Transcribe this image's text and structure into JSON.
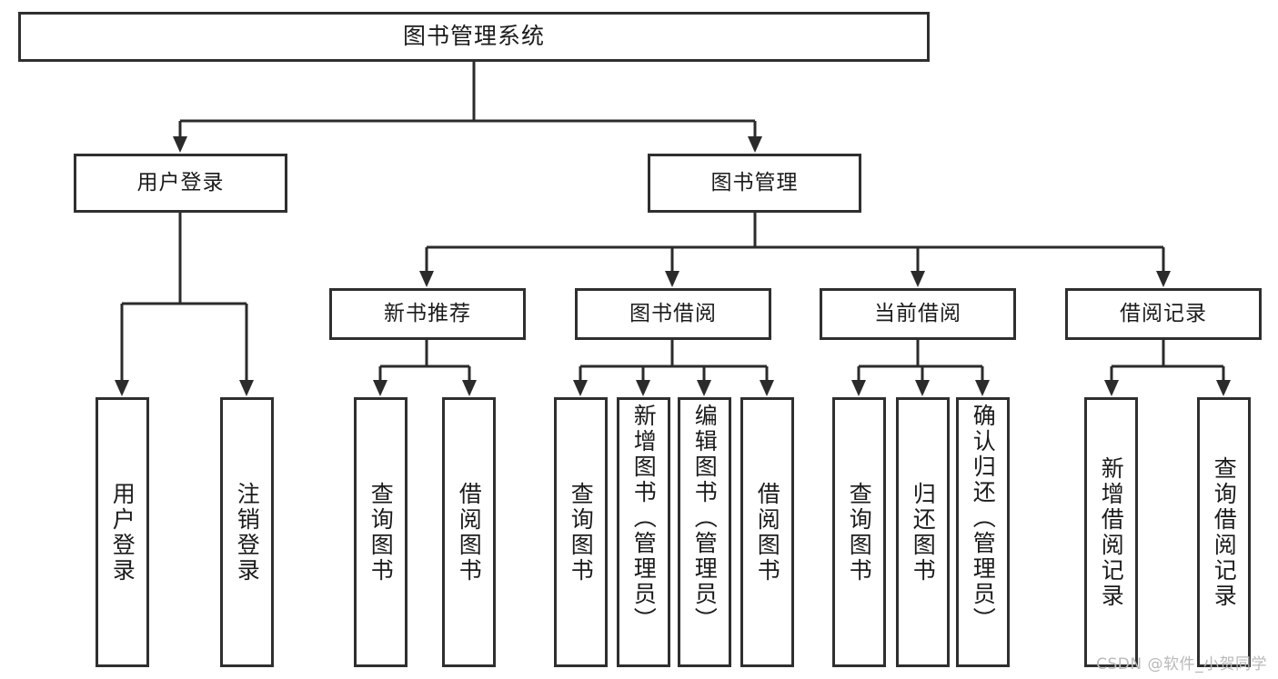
{
  "diagram": {
    "type": "tree",
    "title": "图书管理系统",
    "root": {
      "id": "root",
      "label": "图书管理系统"
    },
    "level2": [
      {
        "id": "user-login",
        "label": "用户登录"
      },
      {
        "id": "book-manage",
        "label": "图书管理"
      }
    ],
    "level3": [
      {
        "id": "new-book-rec",
        "label": "新书推荐"
      },
      {
        "id": "book-borrow",
        "label": "图书借阅"
      },
      {
        "id": "current-borrow",
        "label": "当前借阅"
      },
      {
        "id": "borrow-record",
        "label": "借阅记录"
      }
    ],
    "leaves": {
      "user_login": [
        {
          "id": "leaf-user-login",
          "label": "用户登录"
        },
        {
          "id": "leaf-user-logout",
          "label": "注销登录"
        }
      ],
      "new_book_rec": [
        {
          "id": "leaf-query-book-1",
          "label": "查询图书"
        },
        {
          "id": "leaf-borrow-book-1",
          "label": "借阅图书"
        }
      ],
      "book_borrow": [
        {
          "id": "leaf-query-book-2",
          "label": "查询图书"
        },
        {
          "id": "leaf-add-book",
          "label": "新增图书（管理员）"
        },
        {
          "id": "leaf-edit-book",
          "label": "编辑图书（管理员）"
        },
        {
          "id": "leaf-borrow-book-2",
          "label": "借阅图书"
        }
      ],
      "current_borrow": [
        {
          "id": "leaf-query-book-3",
          "label": "查询图书"
        },
        {
          "id": "leaf-return-book",
          "label": "归还图书"
        },
        {
          "id": "leaf-confirm-return",
          "label": "确认归还（管理员）"
        }
      ],
      "borrow_record": [
        {
          "id": "leaf-add-record",
          "label": "新增借阅记录"
        },
        {
          "id": "leaf-query-record",
          "label": "查询借阅记录"
        }
      ]
    }
  },
  "watermark": {
    "text": "CSDN @软件_小贺同学"
  },
  "colors": {
    "box_border": "#2f2f2f",
    "connector": "#2b2b2b",
    "text": "#1b1b1b",
    "background": "#ffffff",
    "watermark": "#b9b9b9"
  }
}
